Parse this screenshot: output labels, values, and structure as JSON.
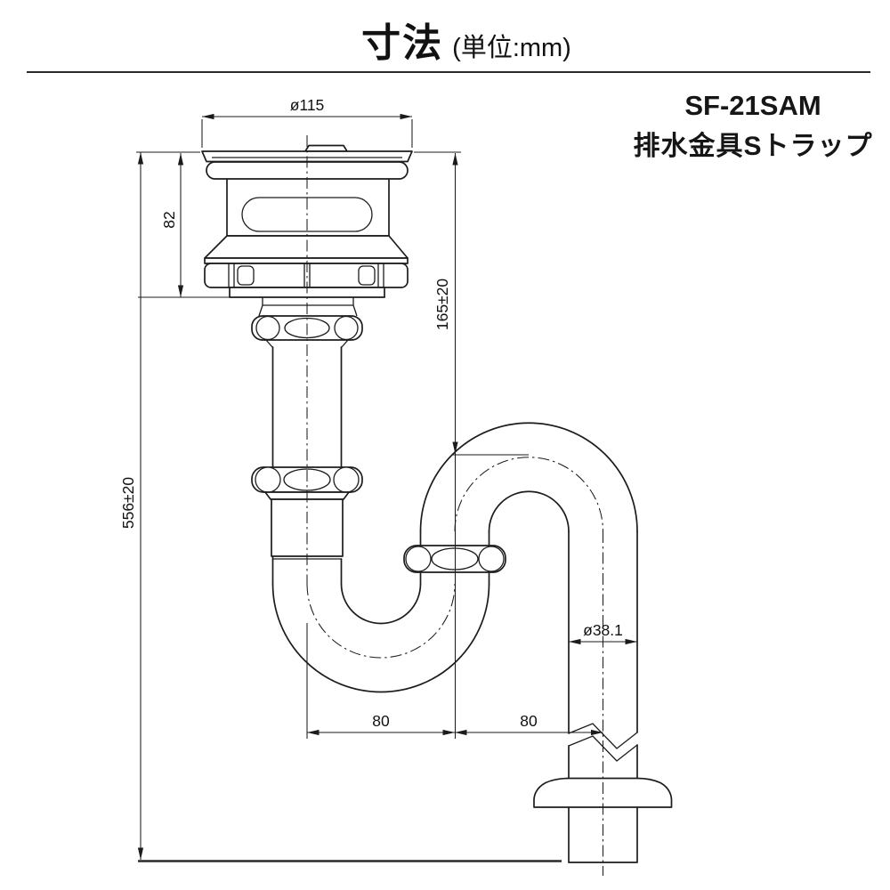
{
  "header": {
    "title": "寸法",
    "unit_label": "(単位:mm)"
  },
  "product": {
    "model": "SF-21SAM",
    "name": "排水金具Sトラップ"
  },
  "dimensions": {
    "flange_diameter": "ø115",
    "strainer_height": "82",
    "inlet_depth": "165±20",
    "overall_height": "556±20",
    "trap_offset_left": "80",
    "trap_offset_right": "80",
    "pipe_diameter": "ø38.1"
  },
  "colors": {
    "line": "#1c1c1c",
    "background": "#ffffff"
  }
}
